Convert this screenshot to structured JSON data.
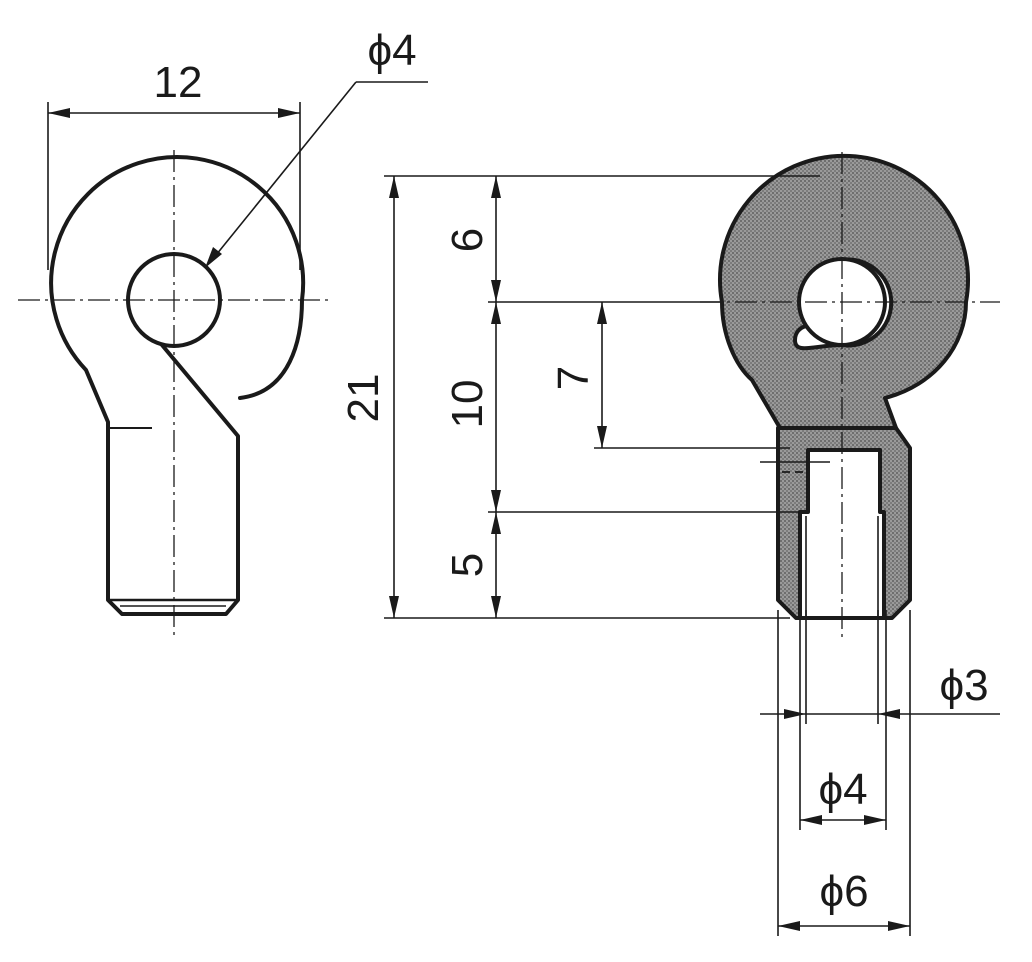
{
  "front_view": {
    "width_dim": "12",
    "hole_dim": "ϕ4"
  },
  "section_view": {
    "overall_height_dim": "21",
    "eye_top_dim": "6",
    "eye_to_shank_dim": "10",
    "neck_depth_dim": "7",
    "thread_length_dim": "5",
    "bore_dim": "ϕ3",
    "thread_dim": "ϕ4",
    "shank_dim": "ϕ6"
  },
  "colors": {
    "line": "#1a1a1a",
    "section_fill": "#8a8a8a"
  }
}
